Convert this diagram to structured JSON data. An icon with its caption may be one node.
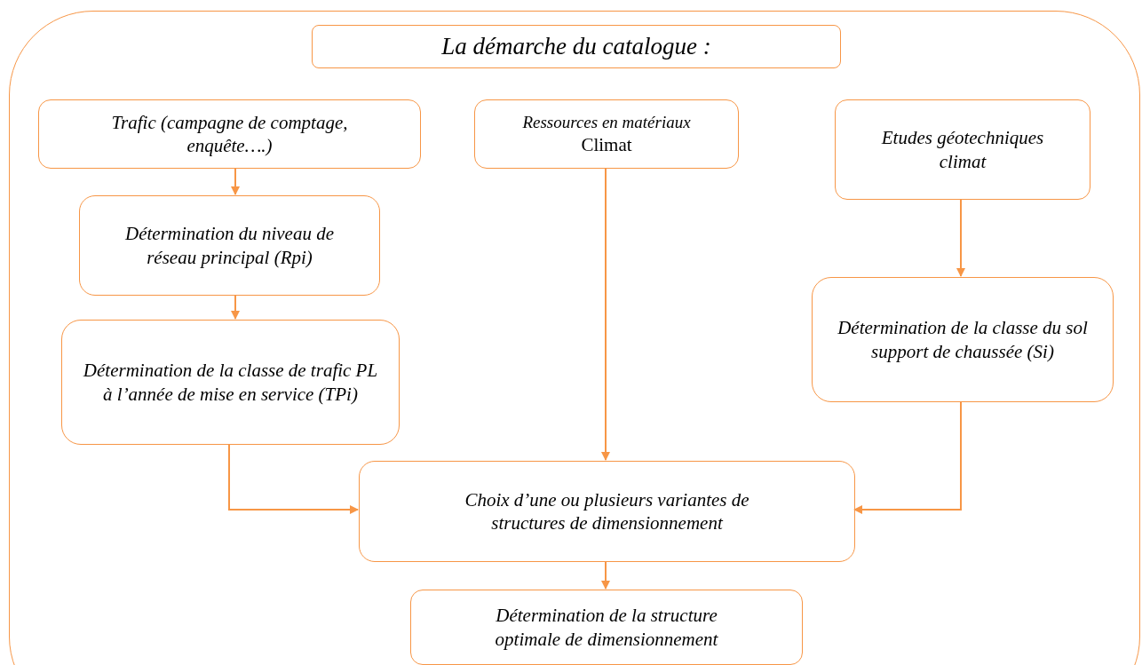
{
  "diagram": {
    "nodes": [
      {
        "text": [],
        "shape": "box"
      },
      {
        "text": [
          "La démarche du catalogue :"
        ],
        "in": 0
      },
      {
        "text": [
          "Trafic (campagne de comptage, enquête….)"
        ],
        "in": 0
      },
      {
        "text": [
          "Ressources en matériaux",
          "Climat"
        ],
        "in": 0
      },
      {
        "text": [
          "Etudes géotechniques climat"
        ],
        "in": 0
      },
      {
        "text": [
          "Détermination du niveau de réseau principal (Rpi)"
        ],
        "in": 0
      },
      {
        "text": [
          "Détermination de la classe de trafic PL à l’année de mise en service (TPi)"
        ],
        "in": 0
      },
      {
        "text": [
          "Détermination de la classe du sol support de chaussée (Si)"
        ],
        "in": 0
      },
      {
        "text": [
          "Choix d’une ou plusieurs variantes de structures de dimensionnement"
        ],
        "in": 0
      },
      {
        "text": [
          "Détermination de la structure optimale de dimensionnement"
        ],
        "in": 0
      }
    ],
    "edges": [
      {
        "from": 2,
        "to": 5,
        "arrow": "to"
      },
      {
        "from": 5,
        "to": 6,
        "arrow": "to"
      },
      {
        "from": 3,
        "to": 8,
        "arrow": "to"
      },
      {
        "from": 4,
        "to": 7,
        "arrow": "to"
      },
      {
        "from": 6,
        "to": 8,
        "arrow": "to"
      },
      {
        "from": 7,
        "to": 8,
        "arrow": "to"
      },
      {
        "from": 8,
        "to": 9,
        "arrow": "to"
      }
    ]
  }
}
